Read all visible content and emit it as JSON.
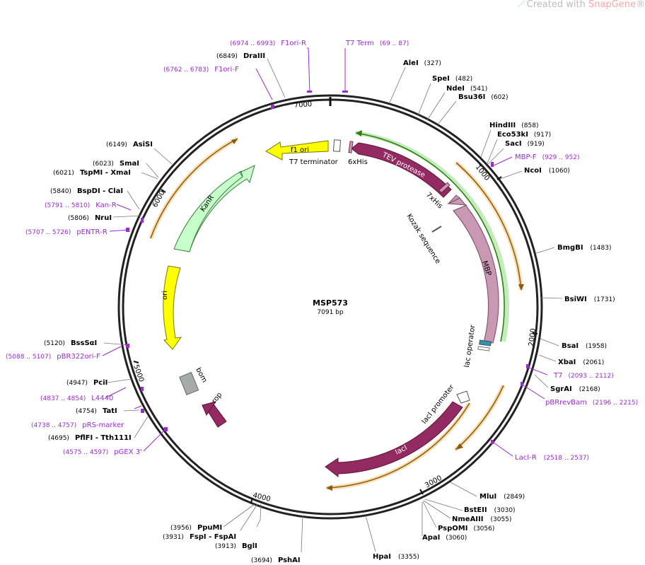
{
  "watermark": {
    "prefix": "Created with ",
    "brand": "SnapGene",
    "reg": "®"
  },
  "plasmid": {
    "name": "MSP573",
    "size_label": "7091 bp",
    "length": 7091
  },
  "ticks": [
    "1000",
    "2000",
    "3000",
    "4000",
    "5000",
    "6000",
    "7000"
  ],
  "colors": {
    "tev": "#942a62",
    "mbp": "#c998b3",
    "lacI": "#942a62",
    "rop": "#942a62",
    "kanR": "#c7ffcb",
    "ori": "#ffff00",
    "f1ori": "#ffff00",
    "bom": "#a5aaad",
    "primer": "#9a2bd1",
    "backbone": "#222222",
    "orf": "#e8a623"
  },
  "features": [
    {
      "id": "tev-protease",
      "label": "TEV protease"
    },
    {
      "id": "his6",
      "label": "6xHis"
    },
    {
      "id": "his7",
      "label": "7xHis"
    },
    {
      "id": "kozak",
      "label": "Kozak sequence"
    },
    {
      "id": "mbp",
      "label": "MBP"
    },
    {
      "id": "lac-operator",
      "label": "lac operator"
    },
    {
      "id": "laci-promoter",
      "label": "lacI promoter"
    },
    {
      "id": "laci",
      "label": "lacI"
    },
    {
      "id": "rop",
      "label": "rop"
    },
    {
      "id": "bom",
      "label": "bom"
    },
    {
      "id": "ori",
      "label": "ori"
    },
    {
      "id": "kanr",
      "label": "KanR"
    },
    {
      "id": "f1-ori",
      "label": "f1 ori"
    },
    {
      "id": "t7-terminator",
      "label": "T7 terminator"
    }
  ],
  "sites": [
    {
      "name": "AleI",
      "pos": "(327)"
    },
    {
      "name": "SpeI",
      "pos": "(482)"
    },
    {
      "name": "NdeI",
      "pos": "(541)"
    },
    {
      "name": "Bsu36I",
      "pos": "(602)"
    },
    {
      "name": "HindIII",
      "pos": "(858)"
    },
    {
      "name": "Eco53kI",
      "pos": "(917)"
    },
    {
      "name": "SacI",
      "pos": "(919)"
    },
    {
      "name": "NcoI",
      "pos": "(1060)"
    },
    {
      "name": "BmgBI",
      "pos": "(1483)"
    },
    {
      "name": "BsiWI",
      "pos": "(1731)"
    },
    {
      "name": "BsaI",
      "pos": "(1958)"
    },
    {
      "name": "XbaI",
      "pos": "(2061)"
    },
    {
      "name": "SgrAI",
      "pos": "(2168)"
    },
    {
      "name": "MluI",
      "pos": "(2849)"
    },
    {
      "name": "BstEII",
      "pos": "(3030)"
    },
    {
      "name": "NmeAIII",
      "pos": "(3055)"
    },
    {
      "name": "PspOMI",
      "pos": "(3056)"
    },
    {
      "name": "ApaI",
      "pos": "(3060)"
    },
    {
      "name": "HpaI",
      "pos": "(3355)"
    },
    {
      "name": "PshAI",
      "pos": "(3694)"
    },
    {
      "name": "BglI",
      "pos": "(3913)"
    },
    {
      "name": "FspI - FspAI",
      "pos": "(3931)"
    },
    {
      "name": "PpuMI",
      "pos": "(3956)"
    },
    {
      "name": "PflFI - Tth111I",
      "pos": "(4695)"
    },
    {
      "name": "TatI",
      "pos": "(4754)"
    },
    {
      "name": "PciI",
      "pos": "(4947)"
    },
    {
      "name": "BssSαI",
      "pos": "(5120)"
    },
    {
      "name": "NruI",
      "pos": "(5806)"
    },
    {
      "name": "BspDI - ClaI",
      "pos": "(5840)"
    },
    {
      "name": "TspMI - XmaI",
      "pos": "(6021)"
    },
    {
      "name": "SmaI",
      "pos": "(6023)"
    },
    {
      "name": "AsiSI",
      "pos": "(6149)"
    },
    {
      "name": "DraIII",
      "pos": "(6849)"
    }
  ],
  "primers": [
    {
      "name": "F1ori-R",
      "pos": "(6974 .. 6993)"
    },
    {
      "name": "T7 Term",
      "pos": "(69 .. 87)"
    },
    {
      "name": "F1ori-F",
      "pos": "(6762 .. 6783)"
    },
    {
      "name": "MBP-F",
      "pos": "(929 .. 952)"
    },
    {
      "name": "T7",
      "pos": "(2093 .. 2112)"
    },
    {
      "name": "pBRrevBam",
      "pos": "(2196 .. 2215)"
    },
    {
      "name": "LacI-R",
      "pos": "(2518 .. 2537)"
    },
    {
      "name": "Kan-R",
      "pos": "(5791 .. 5810)"
    },
    {
      "name": "pENTR-R",
      "pos": "(5707 .. 5726)"
    },
    {
      "name": "pBR322ori-F",
      "pos": "(5088 .. 5107)"
    },
    {
      "name": "L4440",
      "pos": "(4837 .. 4854)"
    },
    {
      "name": "pRS-marker",
      "pos": "(4738 .. 4757)"
    },
    {
      "name": "pGEX 3'",
      "pos": "(4575 .. 4597)"
    }
  ]
}
